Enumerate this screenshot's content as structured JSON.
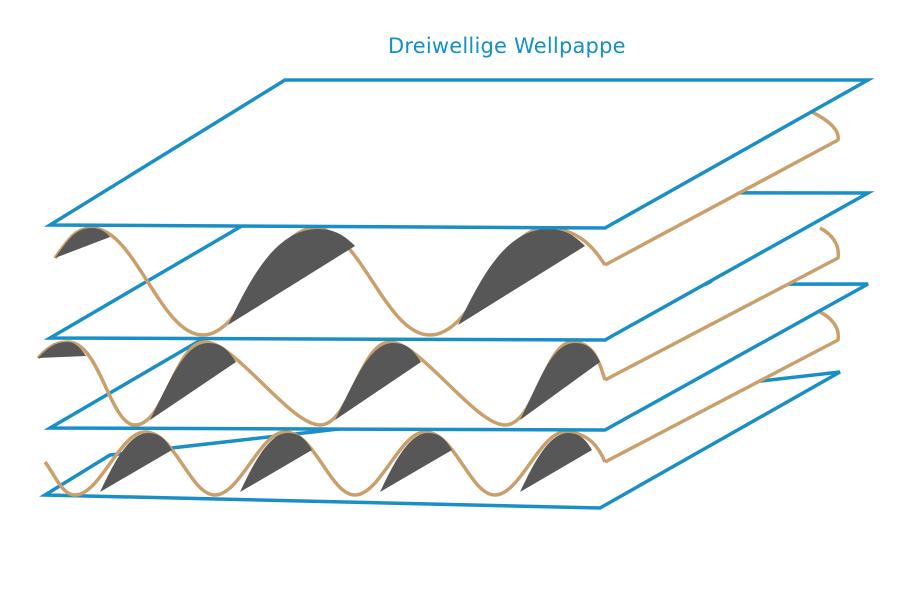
{
  "title": "Dreiwellige Wellpappe",
  "colors": {
    "liner": "#1a8fc6",
    "flute": "#c9a06c",
    "shadow": "#575757",
    "title": "#1390c6"
  },
  "layers": [
    "liner",
    "flute",
    "liner",
    "flute",
    "liner",
    "flute",
    "liner"
  ]
}
